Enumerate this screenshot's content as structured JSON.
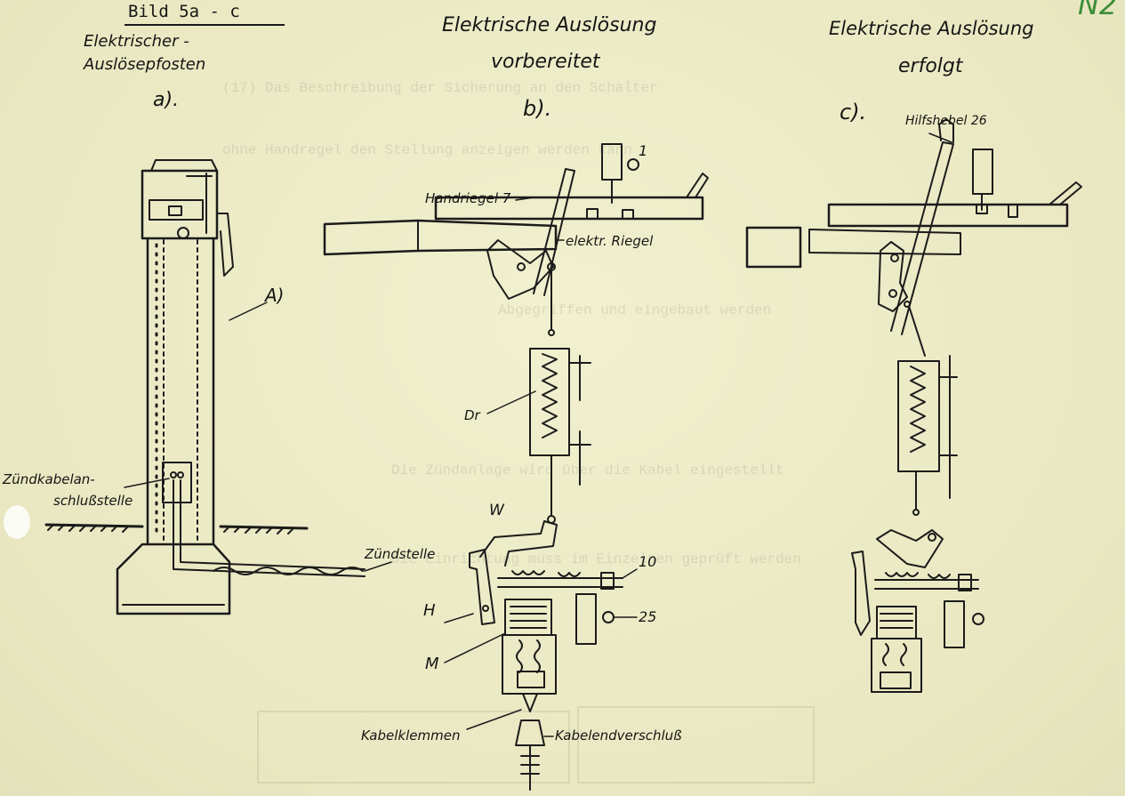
{
  "header": {
    "figure_number": "Bild 5a - c",
    "corner_mark": "N2"
  },
  "fig_a": {
    "title_line1": "Elektrischer -",
    "title_line2": "Auslösepfosten",
    "marker": "a).",
    "labels": {
      "post": "A)",
      "cable_point_line1": "Zündkabelan-",
      "cable_point_line2": "schlußstelle",
      "ignition_point": "Zündstelle"
    }
  },
  "fig_b": {
    "title_line1": "Elektrische Auslösung",
    "title_line2": "vorbereitet",
    "marker": "b).",
    "labels": {
      "hand_bolt": "Handriegel 7",
      "key_1": "1",
      "electric_bolt": "elektr. Riegel",
      "spring": "Dr",
      "w": "W",
      "rod_10": "10",
      "h": "H",
      "key_25": "25",
      "m": "M",
      "cable_clamps": "Kabelklemmen",
      "cable_end_seal": "Kabelendverschluß"
    }
  },
  "fig_c": {
    "title_line1": "Elektrische Auslösung",
    "title_line2": "erfolgt",
    "marker": "c).",
    "labels": {
      "auxiliary_lever": "Hilfshebel 26"
    }
  }
}
